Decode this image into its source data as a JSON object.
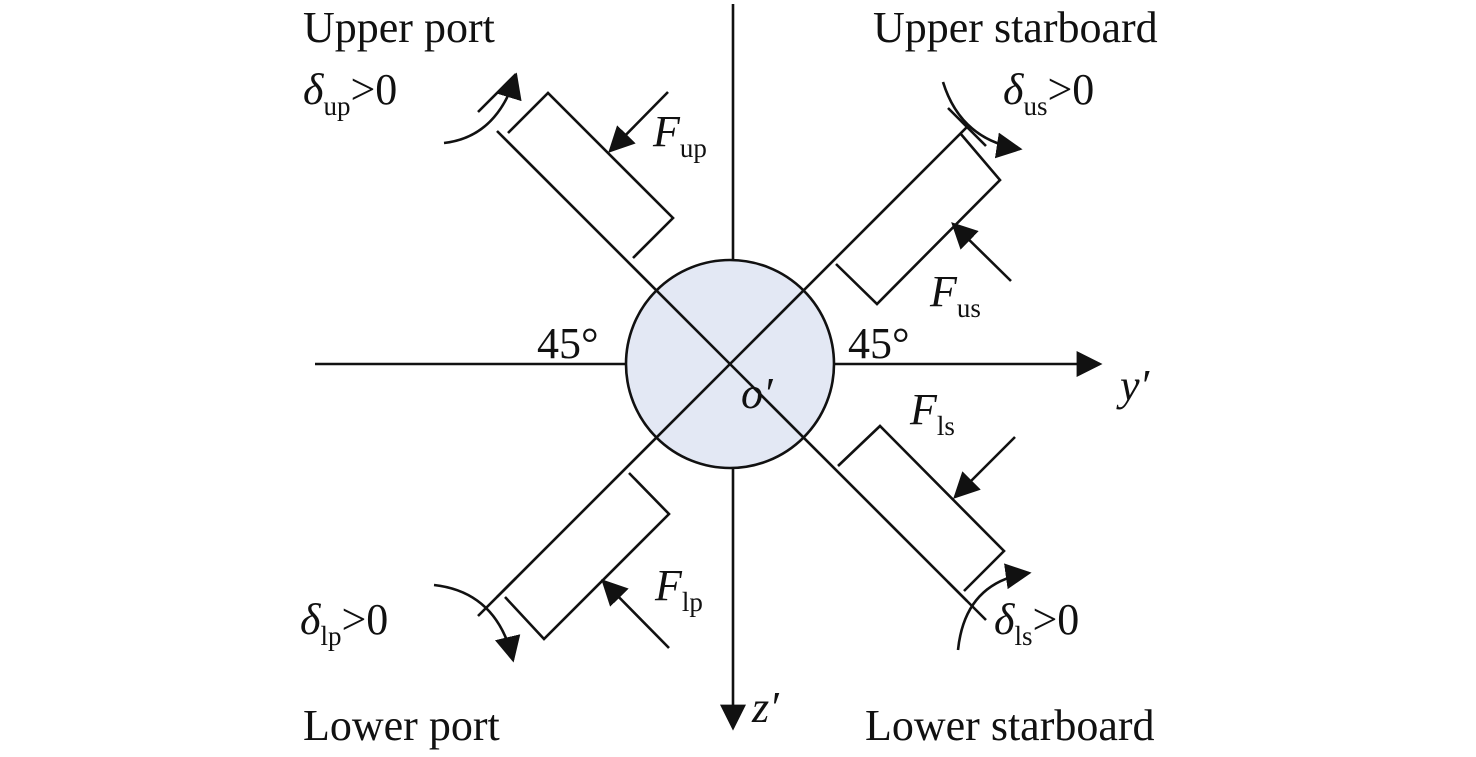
{
  "fins": {
    "upper_port": {
      "name": "Upper port",
      "deflection_symbol": "δ",
      "deflection_sub": "up",
      "deflection_cond": ">0",
      "force_symbol": "F",
      "force_sub": "up"
    },
    "upper_starboard": {
      "name": "Upper starboard",
      "deflection_symbol": "δ",
      "deflection_sub": "us",
      "deflection_cond": ">0",
      "force_symbol": "F",
      "force_sub": "us"
    },
    "lower_port": {
      "name": "Lower port",
      "deflection_symbol": "δ",
      "deflection_sub": "lp",
      "deflection_cond": ">0",
      "force_symbol": "F",
      "force_sub": "lp"
    },
    "lower_starboard": {
      "name": "Lower starboard",
      "deflection_symbol": "δ",
      "deflection_sub": "ls",
      "deflection_cond": ">0",
      "force_symbol": "F",
      "force_sub": "ls"
    }
  },
  "axes": {
    "horizontal": "y′",
    "vertical": "z′",
    "origin": "o′"
  },
  "angles": {
    "left": "45°",
    "right": "45°"
  },
  "colors": {
    "body_fill": "#e3e8f4",
    "stroke": "#111111"
  }
}
